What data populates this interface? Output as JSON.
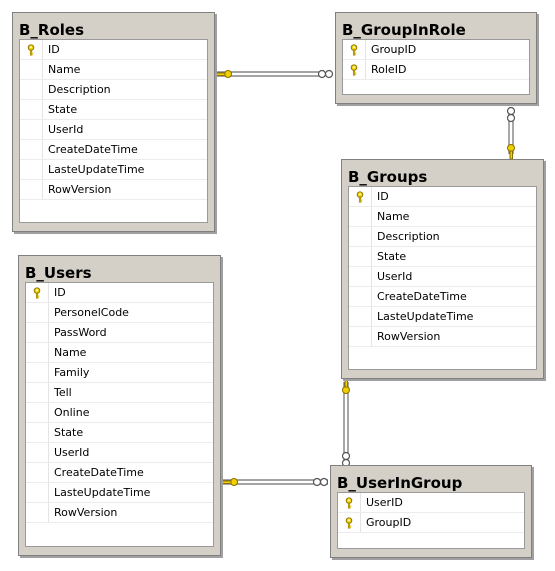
{
  "tables": [
    {
      "name": "B_Roles",
      "columns": [
        {
          "name": "ID",
          "pk": true
        },
        {
          "name": "Name",
          "pk": false
        },
        {
          "name": "Description",
          "pk": false
        },
        {
          "name": "State",
          "pk": false
        },
        {
          "name": "UserId",
          "pk": false
        },
        {
          "name": "CreateDateTime",
          "pk": false
        },
        {
          "name": "LasteUpdateTime",
          "pk": false
        },
        {
          "name": "RowVersion",
          "pk": false
        }
      ]
    },
    {
      "name": "B_GroupInRole",
      "columns": [
        {
          "name": "GroupID",
          "pk": true
        },
        {
          "name": "RoleID",
          "pk": true
        }
      ]
    },
    {
      "name": "B_Groups",
      "columns": [
        {
          "name": "ID",
          "pk": true
        },
        {
          "name": "Name",
          "pk": false
        },
        {
          "name": "Description",
          "pk": false
        },
        {
          "name": "State",
          "pk": false
        },
        {
          "name": "UserId",
          "pk": false
        },
        {
          "name": "CreateDateTime",
          "pk": false
        },
        {
          "name": "LasteUpdateTime",
          "pk": false
        },
        {
          "name": "RowVersion",
          "pk": false
        }
      ]
    },
    {
      "name": "B_Users",
      "columns": [
        {
          "name": "ID",
          "pk": true
        },
        {
          "name": "PersonelCode",
          "pk": false
        },
        {
          "name": "PassWord",
          "pk": false
        },
        {
          "name": "Name",
          "pk": false
        },
        {
          "name": "Family",
          "pk": false
        },
        {
          "name": "Tell",
          "pk": false
        },
        {
          "name": "Online",
          "pk": false
        },
        {
          "name": "State",
          "pk": false
        },
        {
          "name": "UserId",
          "pk": false
        },
        {
          "name": "CreateDateTime",
          "pk": false
        },
        {
          "name": "LasteUpdateTime",
          "pk": false
        },
        {
          "name": "RowVersion",
          "pk": false
        }
      ]
    },
    {
      "name": "B_UserInGroup",
      "columns": [
        {
          "name": "UserID",
          "pk": true
        },
        {
          "name": "GroupID",
          "pk": true
        }
      ]
    }
  ],
  "relationships": [
    {
      "from": "B_GroupInRole",
      "to": "B_Roles",
      "type": "many-to-one"
    },
    {
      "from": "B_GroupInRole",
      "to": "B_Groups",
      "type": "many-to-one"
    },
    {
      "from": "B_UserInGroup",
      "to": "B_Groups",
      "type": "many-to-one"
    },
    {
      "from": "B_UserInGroup",
      "to": "B_Users",
      "type": "many-to-one"
    }
  ],
  "colors": {
    "table_bg": "#d4d0c8",
    "key": "#e8c200",
    "line": "#808080"
  }
}
